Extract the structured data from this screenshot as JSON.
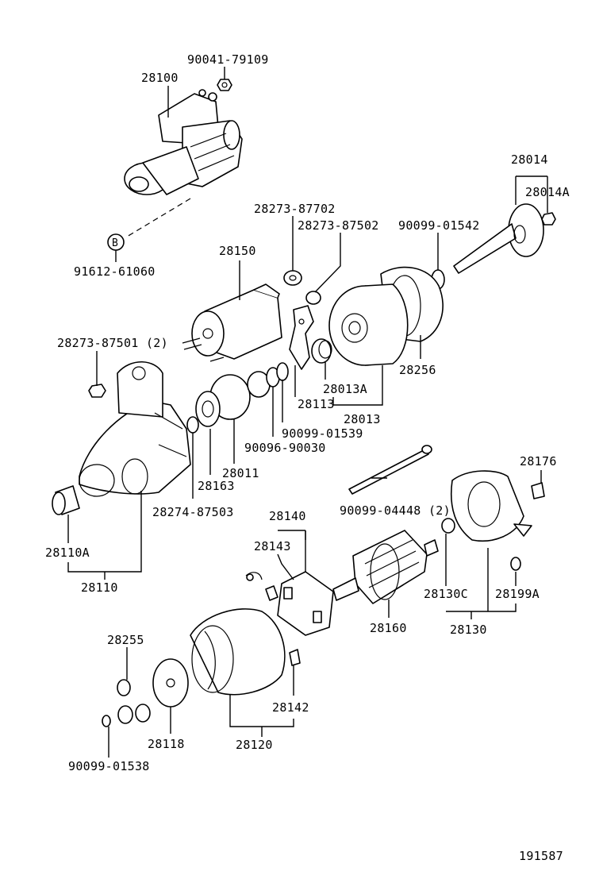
{
  "labels": {
    "p_90041_79109": "90041-79109",
    "p_28100": "28100",
    "p_28014": "28014",
    "p_28014A": "28014A",
    "p_28273_87702": "28273-87702",
    "p_28273_87502": "28273-87502",
    "p_90099_01542": "90099-01542",
    "p_B": "B",
    "p_91612_61060": "91612-61060",
    "p_28150": "28150",
    "p_28256": "28256",
    "p_28273_87501": "28273-87501 (2)",
    "p_28013A": "28013A",
    "p_28113": "28113",
    "p_28013": "28013",
    "p_90099_01539": "90099-01539",
    "p_90096_90030": "90096-90030",
    "p_28011": "28011",
    "p_28163": "28163",
    "p_28176": "28176",
    "p_28274_87503": "28274-87503",
    "p_90099_04448": "90099-04448 (2)",
    "p_28140": "28140",
    "p_28143": "28143",
    "p_28110A": "28110A",
    "p_28110": "28110",
    "p_28130C": "28130C",
    "p_28199A": "28199A",
    "p_28160": "28160",
    "p_28130": "28130",
    "p_28255": "28255",
    "p_28142": "28142",
    "p_28118": "28118",
    "p_28120": "28120",
    "p_90099_01538": "90099-01538",
    "p_191587": "191587"
  }
}
